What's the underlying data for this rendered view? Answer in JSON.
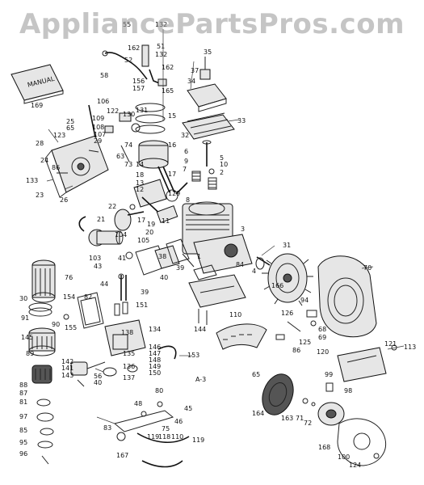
{
  "watermark": "AppliancePartsPros.com",
  "diagram_label": "A-3",
  "manual_label": "MANUAL",
  "colors": {
    "background": "#ffffff",
    "ink": "#111111",
    "watermark": "#969696"
  },
  "callouts": {
    "c1": "55",
    "c2": "132",
    "c3": "162",
    "c4": "51",
    "c5": "132",
    "c6": "52",
    "c7": "162",
    "c8": "58",
    "c9": "156",
    "c10": "157",
    "c11": "165",
    "c12": "35",
    "c13": "37",
    "c14": "34",
    "c15": "169",
    "c16": "106",
    "c17": "122",
    "c18": "109",
    "c19": "108",
    "c20": "107",
    "c21": "130",
    "c22": "131",
    "c23": "15",
    "c24": "33",
    "c25": "25",
    "c26": "65",
    "c27": "123",
    "c28": "28",
    "c29": "24",
    "c30": "86",
    "c31": "29",
    "c32": "74",
    "c33": "63",
    "c34": "73",
    "c35": "32",
    "c36": "16",
    "c37": "6",
    "c38": "5",
    "c39": "9",
    "c40": "10",
    "c41": "7",
    "c42": "14",
    "c43": "17",
    "c44": "2",
    "c45": "133",
    "c46": "23",
    "c47": "26",
    "c48": "18",
    "c49": "13",
    "c50": "12",
    "c51": "129",
    "c52": "8",
    "c53": "22",
    "c54": "21",
    "c55": "17",
    "c56": "19",
    "c57": "20",
    "c58": "11",
    "c59": "104",
    "c60": "105",
    "c61": "3",
    "c62": "31",
    "c63": "103",
    "c64": "41",
    "c65": "43",
    "c66": "38",
    "c67": "39",
    "c68": "40",
    "c69": "1",
    "c70": "84",
    "c71": "4",
    "c72": "70",
    "c73": "76",
    "c74": "44",
    "c75": "39",
    "c76": "166",
    "c77": "94",
    "c78": "30",
    "c79": "154",
    "c80": "82",
    "c81": "151",
    "c82": "144",
    "c83": "110",
    "c84": "68",
    "c85": "69",
    "c86": "126",
    "c87": "91",
    "c88": "90",
    "c89": "155",
    "c90": "125",
    "c91": "145",
    "c92": "89",
    "c93": "138",
    "c94": "134",
    "c95": "86",
    "c96": "120",
    "c97": "121",
    "c98": "113",
    "c99": "146",
    "c100": "147",
    "c101": "148",
    "c102": "149",
    "c103": "150",
    "c104": "153",
    "c105": "142",
    "c106": "143",
    "c107": "141",
    "c108": "56",
    "c109": "40",
    "c110": "135",
    "c111": "136",
    "c112": "137",
    "c113": "88",
    "c114": "87",
    "c115": "81",
    "c116": "65",
    "c117": "99",
    "c118": "98",
    "c119": "97",
    "c120": "164",
    "c121": "163",
    "c122": "71",
    "c123": "72",
    "c124": "80",
    "c125": "48",
    "c126": "45",
    "c127": "46",
    "c128": "75",
    "c129": "83",
    "c130": "119",
    "c131": "118",
    "c132": "110",
    "c133": "119",
    "c134": "85",
    "c135": "95",
    "c136": "96",
    "c137": "167",
    "c138": "168",
    "c139": "100",
    "c140": "124"
  }
}
